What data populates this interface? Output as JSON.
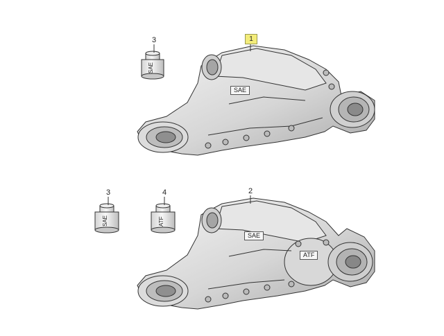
{
  "callouts": {
    "assembly_a": "1",
    "assembly_b": "2",
    "can_sae_top": "3",
    "can_sae_bottom": "3",
    "can_atf": "4"
  },
  "tags": {
    "sae_housing_top": "SAE",
    "sae_housing_bottom": "SAE",
    "atf_housing_bottom": "ATF",
    "can_sae_top": "SAE",
    "can_sae_bottom": "SAE",
    "can_atf": "ATF"
  },
  "colors": {
    "highlight": "#f3ec7a",
    "line": "#333333",
    "shade_light": "#f1f1f1",
    "shade_mid": "#cfcfcf",
    "shade_dark": "#9b9b9b"
  }
}
